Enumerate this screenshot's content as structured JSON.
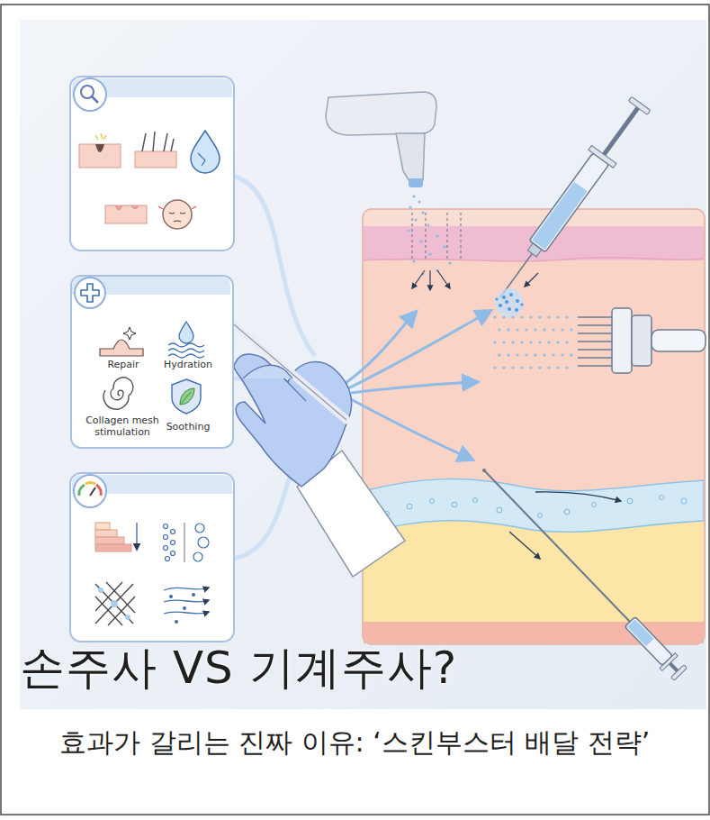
{
  "diagram": {
    "title": "손주사 VS 기계주사?",
    "caption": "효과가 갈리는 진짜 이유: ‘스킨부스터 배달 전략’",
    "nodes": [
      {
        "text": [
          "Repair",
          "Hydration",
          "Collagen mesh stimulation",
          "Soothing"
        ]
      }
    ]
  }
}
